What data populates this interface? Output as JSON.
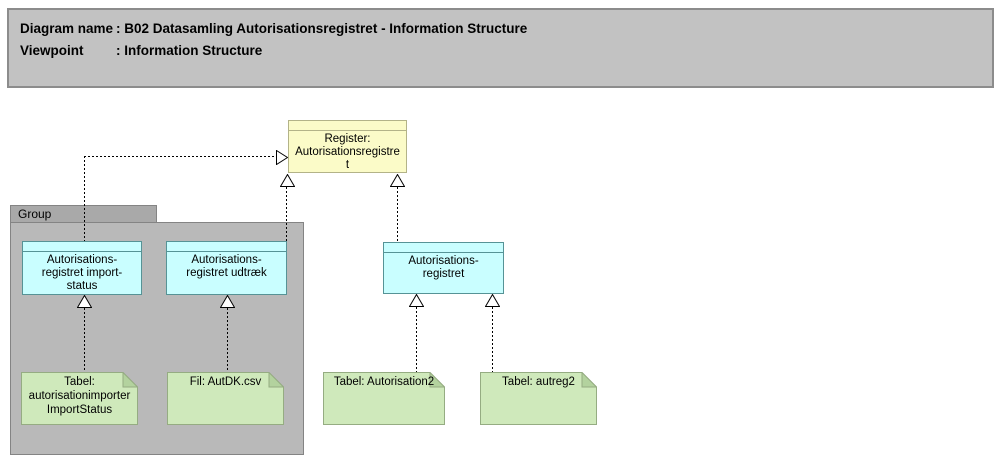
{
  "header": {
    "rows": [
      {
        "label": "Diagram name",
        "value": ": B02 Datasamling Autorisationsregistret - Information Structure"
      },
      {
        "label": "Viewpoint",
        "value": ": Information Structure"
      }
    ]
  },
  "group": {
    "label": "Group"
  },
  "nodes": {
    "register": {
      "type": "object",
      "lines": [
        "Register:",
        "Autorisationsregistre",
        "t"
      ]
    },
    "import_status": {
      "type": "object",
      "lines": [
        "Autorisations-",
        "registret import-",
        "status"
      ]
    },
    "udtraek": {
      "type": "object",
      "lines": [
        "Autorisations-",
        "registret udtræk"
      ]
    },
    "autreg": {
      "type": "object",
      "lines": [
        "Autorisations-",
        "registret"
      ]
    },
    "note_importstatus": {
      "type": "note",
      "lines": [
        "Tabel:",
        "autorisationimporter",
        "ImportStatus"
      ]
    },
    "note_autdk": {
      "type": "note",
      "lines": [
        "Fil: AutDK.csv"
      ]
    },
    "note_autorisation2": {
      "type": "note",
      "lines": [
        "Tabel: Autorisation2"
      ]
    },
    "note_autreg2": {
      "type": "note",
      "lines": [
        "Tabel: autreg2"
      ]
    }
  },
  "relations": [
    {
      "type": "realization",
      "from": "Autorisations-registret import-status",
      "to": "Register: Autorisationsregistret"
    },
    {
      "type": "realization",
      "from": "Autorisations-registret udtræk",
      "to": "Register: Autorisationsregistret"
    },
    {
      "type": "realization",
      "from": "Autorisations-registret",
      "to": "Register: Autorisationsregistret"
    },
    {
      "type": "realization",
      "from": "Tabel: autorisationimporterImportStatus",
      "to": "Autorisations-registret import-status"
    },
    {
      "type": "realization",
      "from": "Fil: AutDK.csv",
      "to": "Autorisations-registret udtræk"
    },
    {
      "type": "realization",
      "from": "Tabel: Autorisation2",
      "to": "Autorisations-registret"
    },
    {
      "type": "realization",
      "from": "Tabel: autreg2",
      "to": "Autorisations-registret"
    }
  ],
  "colors": {
    "canvas-bg": "#ffffff",
    "header-fill": "#c2c2c2",
    "header-border": "#8c8c8c",
    "group-tab-fill": "#a9a9a9",
    "group-body-fill": "#b9b9b9",
    "group-border": "#848484",
    "object-yellow-fill": "#fbfbc8",
    "object-yellow-border": "#b3b388",
    "object-cyan-fill": "#c9feff",
    "object-cyan-border": "#569396",
    "note-green-fill": "#cfe9bb",
    "note-green-fold": "#b3d29e",
    "note-green-border": "#95ac82",
    "line-color": "#000000"
  }
}
